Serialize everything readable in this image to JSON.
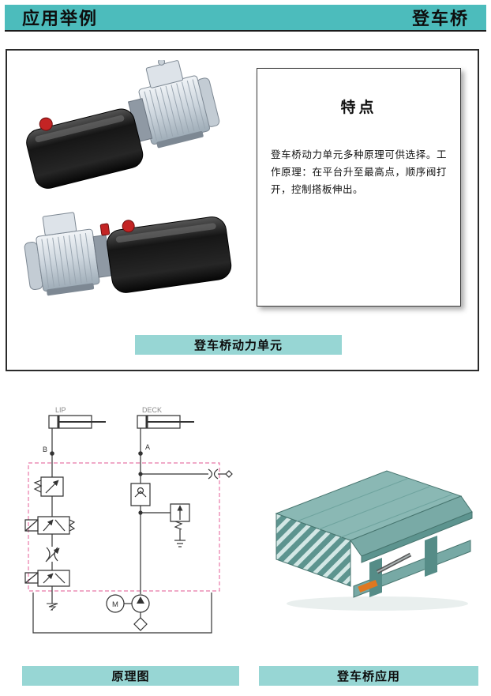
{
  "header": {
    "left_title": "应用举例",
    "right_title": "登车桥"
  },
  "features": {
    "title": "特点",
    "body": "登车桥动力单元多种原理可供选择。工作原理：在平台升至最高点，顺序阀打开，控制搭板伸出。"
  },
  "captions": {
    "power_unit": "登车桥动力单元",
    "schematic": "原理图",
    "application": "登车桥应用"
  },
  "schematic_labels": {
    "lip": "LIP",
    "deck": "DECK",
    "node_b": "B",
    "node_a": "A",
    "motor": "M"
  },
  "colors": {
    "header_teal": "#4cbcbc",
    "caption_teal": "#97d6d4",
    "schematic_dash": "#e878a8"
  }
}
